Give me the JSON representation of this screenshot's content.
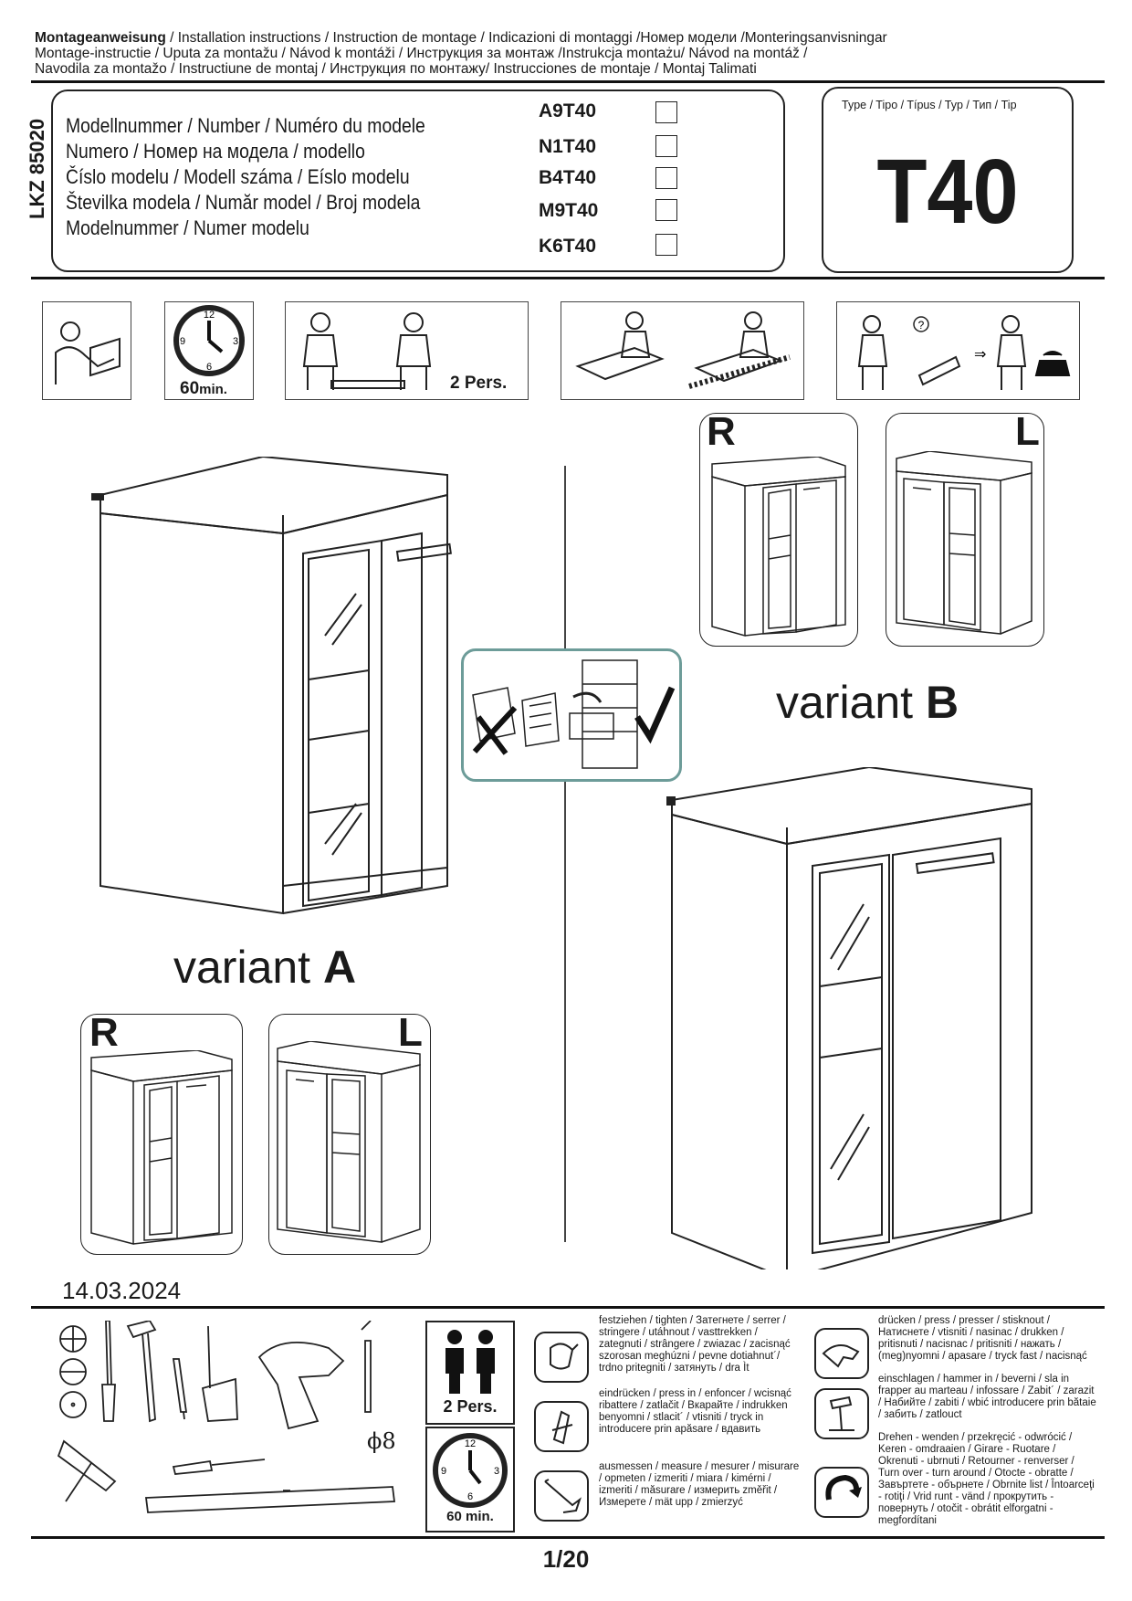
{
  "header": {
    "title": "Montageanweisung",
    "line1_rest": " / Installation instructions / Instruction de montage / Indicazioni di montaggi /Номер модели /Monteringsanvisningar",
    "line2": "Montage-instructie / Uputa za montažu / Návod k montáži / Инструкция за монтаж /Instrukcja montażu/ Návod na montáž /",
    "line3": "Navodila za montažo / Instructiune de montaj / Инструкция по монтажу/ Instrucciones de montaje / Montaj Talimati"
  },
  "model_box": {
    "lkz": "LKZ 85020",
    "labels": [
      "Modellnummer / Number / Numéro du modele",
      "Numero /  Номер на модела / modello",
      "Číslo modelu / Modell száma / Eíslo modelu",
      "Številka modela / Număr model / Broj modela",
      "Modelnummer / Numer modelu"
    ],
    "codes": [
      "A9T40",
      "N1T40",
      "B4T40",
      "M9T40",
      "K6T40"
    ]
  },
  "type_box": {
    "label": "Type / Tipo / Típus / Typ / Тип  / Tip",
    "value": "T40"
  },
  "icons": {
    "time": "60",
    "time_unit": "min.",
    "persons": "2 Pers."
  },
  "variant_a": {
    "label": "variant ",
    "letter": "A"
  },
  "variant_b": {
    "label": "variant ",
    "letter": "B"
  },
  "orientation": {
    "right": "R",
    "left": "L"
  },
  "date": "14.03.2024",
  "tools": {
    "drill_size": "ϕ8",
    "persons": "2 Pers.",
    "time": "60 min."
  },
  "symbols": [
    {
      "icon": "tighten-icon",
      "text": "festziehen / tighten / Затегнете / serrer / stringere / utáhnout / vasttrekken / zategnuti / strângere / zwiazac / zacisnąć szorosan meghúzni / pevne dotiahnut´/ trdno pritegniti / затянуть / dra Ìt"
    },
    {
      "icon": "press-in-icon",
      "text": "eindrücken / press in / enfoncer / wcisnąć ribattere / zatlačit / Вкарайте / indrukken benyomni / stlacit´ / vtisniti / tryck in introducere prin apăsare / вдавить"
    },
    {
      "icon": "measure-icon",
      "text": "ausmessen / measure / mesurer / misurare / opmeten / izmeriti / miara / kimérni / izmeriti / măsurare / измерить změřit / Измерете / mät upp / zmierzyć"
    },
    {
      "icon": "press-icon",
      "text": "drücken / press / presser / stisknout / Натиснете / vtisniti / nasinac / drukken / pritisnuti / nacisnac / pritisniti / нажать / (meg)nyomni / apasare / tryck fast / nacisnąć"
    },
    {
      "icon": "hammer-icon",
      "text": "einschlagen / hammer in / beverni / sla in frapper au marteau / infossare / Zabit´ / zarazit / Набийте / zabiti / wbić introducere prin bătaie / забить / zatlouct"
    },
    {
      "icon": "turn-over-icon",
      "text": "Drehen - wenden / przekręcić - odwrócić / Keren - omdraaien / Girare - Ruotare / Okrenuti - ubrnuti / Retourner - renverser / Turn over - turn around / Otocte - obratte / Завъртете - обърнете / Obrnite list / Întoarceţi - rotiţi / Vrid runt - vänd / прокрутить - повернуть / otočit - obrátit elforgatni - megfordítani"
    }
  ],
  "page": "1/20"
}
